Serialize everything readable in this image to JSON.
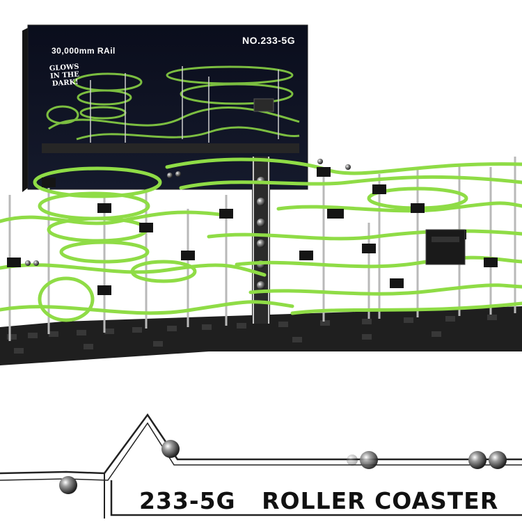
{
  "box": {
    "rail_length": "30,000mm RAil",
    "model_number": "NO.233-5G",
    "badge_lines": [
      "GLOWS",
      "IN THE",
      "DARK!"
    ]
  },
  "product": {
    "rail_color": "#8fdc46",
    "frame_color": "#1a1a1a",
    "base_color": "#202020"
  },
  "banner": {
    "model": "233-5G",
    "title": "ROLLER COASTER"
  },
  "colors": {
    "background": "#ffffff",
    "box": "#0d0f1a",
    "text": "#111111"
  }
}
